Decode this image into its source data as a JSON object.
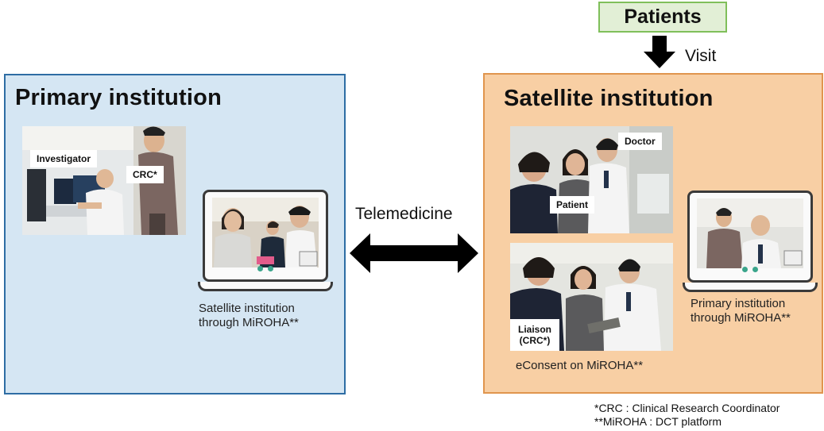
{
  "patients_label": "Patients",
  "visit_label": "Visit",
  "telemedicine_label": "Telemedicine",
  "primary": {
    "title": "Primary institution",
    "tags": {
      "investigator": "Investigator",
      "crc": "CRC*"
    },
    "caption_line1": "Satellite institution",
    "caption_line2": "through MiROHA**"
  },
  "satellite": {
    "title": "Satellite institution",
    "tags": {
      "doctor": "Doctor",
      "patient": "Patient",
      "liaison_line1": "Liaison",
      "liaison_line2": "(CRC*)"
    },
    "econsent_caption": "eConsent on MiROHA**",
    "caption_line1": "Primary institution",
    "caption_line2": "through MiROHA**"
  },
  "footnotes": {
    "crc": "*CRC : Clinical Research Coordinator",
    "miroha": "**MiROHA : DCT platform"
  },
  "colors": {
    "primary_fill": "#d5e6f3",
    "primary_border": "#2e6da4",
    "satellite_fill": "#f8cfa4",
    "satellite_border": "#e0954e",
    "patients_fill": "#e2efd6",
    "patients_border": "#7fbf5a",
    "arrow": "#000000"
  }
}
